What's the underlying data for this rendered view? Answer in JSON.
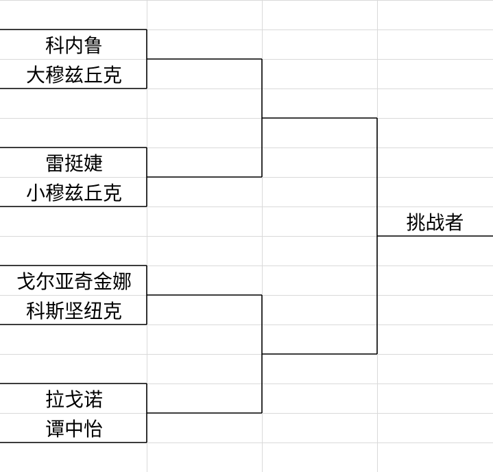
{
  "bracket": {
    "round1": [
      {
        "name": "科内鲁"
      },
      {
        "name": "大穆兹丘克"
      },
      {
        "name": "雷挺婕"
      },
      {
        "name": "小穆兹丘克"
      },
      {
        "name": "戈尔亚奇金娜"
      },
      {
        "name": "科斯坚纽克"
      },
      {
        "name": "拉戈诺"
      },
      {
        "name": "谭中怡"
      }
    ],
    "winner": {
      "label": "挑战者"
    }
  },
  "colors": {
    "grid": "#d9d9d9",
    "bracket": "#000000"
  }
}
